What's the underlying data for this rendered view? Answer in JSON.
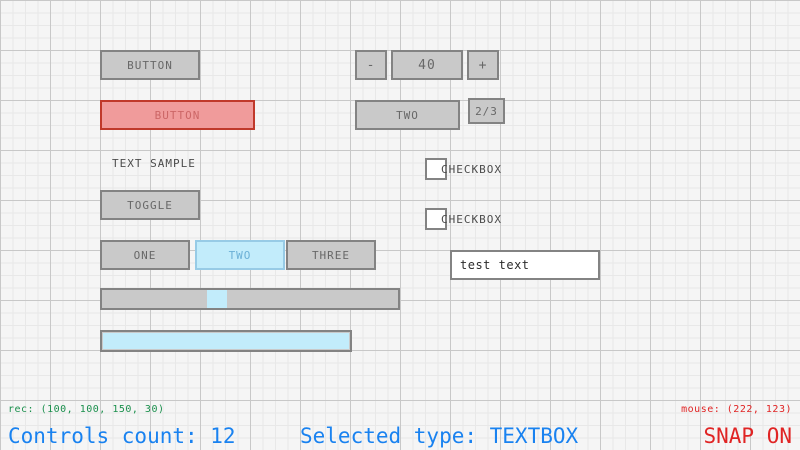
{
  "colors": {
    "grid_minor": "#e8e8e8",
    "grid_major": "#c8c8c8",
    "background": "#f5f5f5",
    "control_fill": "#c9c9c9",
    "control_border": "#838383",
    "control_text": "#686868",
    "focused_fill": "#f09b9b",
    "focused_border": "#c0392b",
    "selected_fill": "#c2ecfb",
    "selected_border": "#97cbe6",
    "status_green": "#1a8f4c",
    "status_red": "#e02424",
    "status_blue": "#1982f0"
  },
  "controls": {
    "button_normal": {
      "label": "BUTTON"
    },
    "button_focused": {
      "label": "BUTTON"
    },
    "text_sample": {
      "label": "TEXT SAMPLE"
    },
    "toggle": {
      "label": "TOGGLE"
    },
    "toggle_group": {
      "options": [
        "ONE",
        "TWO",
        "THREE"
      ],
      "selected_index": 1
    },
    "slider": {
      "value_fraction": 0.38
    },
    "progress_bar": {
      "value_fraction": 1.0
    },
    "spinner": {
      "decrement_label": "-",
      "value": "40",
      "increment_label": "+"
    },
    "dropdown": {
      "selected_label": "TWO",
      "page_indicator": "2/3"
    },
    "checkboxes": [
      {
        "label": "CHECKBOX",
        "checked": false
      },
      {
        "label": "CHECKBOX",
        "checked": false
      }
    ],
    "textbox": {
      "value": "test text",
      "placeholder": "test text"
    }
  },
  "status": {
    "rec": "rec: (100, 100, 150, 30)",
    "mouse": "mouse: (222, 123)",
    "controls_count": "Controls count: 12",
    "selected_type": "Selected type: TEXTBOX",
    "snap": "SNAP ON"
  }
}
